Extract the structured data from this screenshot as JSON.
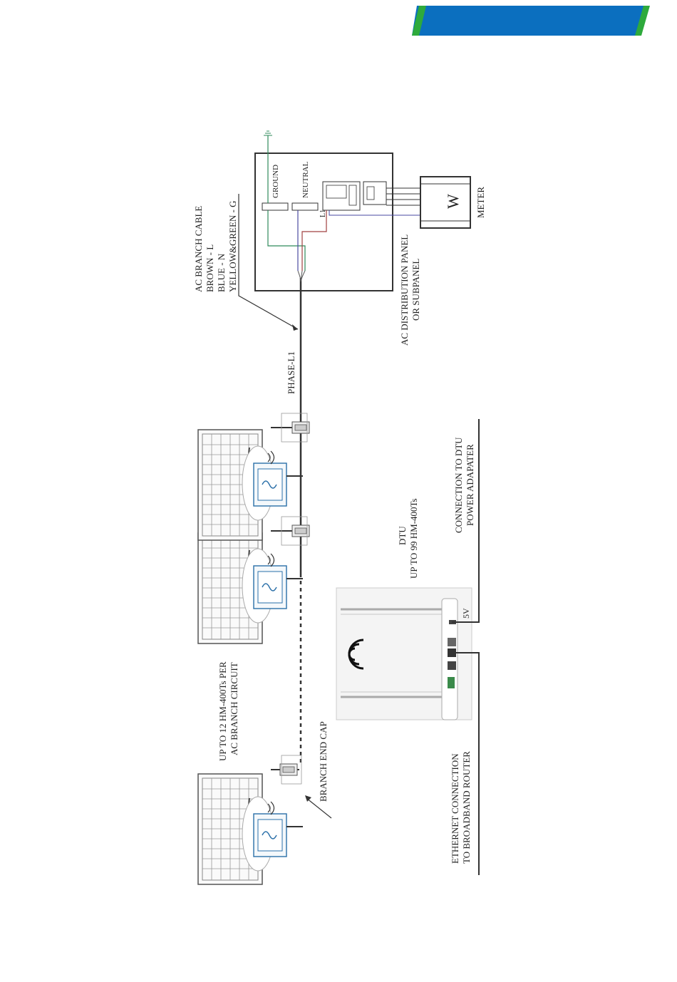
{
  "header": {
    "banner_color": "#0b6fbf",
    "accent_color": "#2eaa3c"
  },
  "labels": {
    "ac_branch_cable": "AC BRANCH CABLE",
    "brown_l": "BROWN - L",
    "blue_n": "BLUE - N",
    "yellow_green_g": "YELLOW&GREEN - G",
    "ground": "GROUND",
    "neutral": "NEUTRAL",
    "l1": "L1",
    "meter_w": "W",
    "meter": "METER",
    "ac_panel_1": "AC DISTRIBUTION PANEL",
    "ac_panel_2": "OR SUBPANEL",
    "phase_l1": "PHASE-L1",
    "dtu": "DTU",
    "dtu_capacity": "UP TO 99 HM-400Ts",
    "dtu_power_1": "CONNECTION TO DTU",
    "dtu_power_2": "POWER ADAPATER",
    "five_v": "5V",
    "per_circuit_1": "UP TO 12 HM-400Ts PER",
    "per_circuit_2": "AC BRANCH CIRCUIT",
    "branch_end_cap": "BRANCH END CAP",
    "ethernet_1": "ETHERNET CONNECTION",
    "ethernet_2": "TO BROADBAND ROUTER"
  },
  "wire_colors": {
    "line": "#a04040",
    "neutral": "#4a4aa0",
    "ground": "#2e8a5a"
  },
  "icons": [
    "wifi-icon",
    "sine-wave-icon",
    "ground-symbol-icon"
  ]
}
